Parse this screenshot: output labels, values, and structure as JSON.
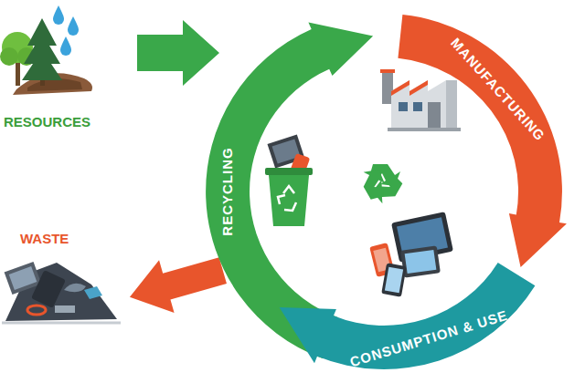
{
  "diagram": {
    "nodes": [
      {
        "text": [
          "RECYCLING"
        ]
      },
      {
        "text": [
          "CONSUMPTION & USE"
        ]
      },
      {
        "text": [
          "MANUFACTURING"
        ]
      }
    ],
    "labels": [
      "RESOURCES",
      "WASTE"
    ]
  }
}
